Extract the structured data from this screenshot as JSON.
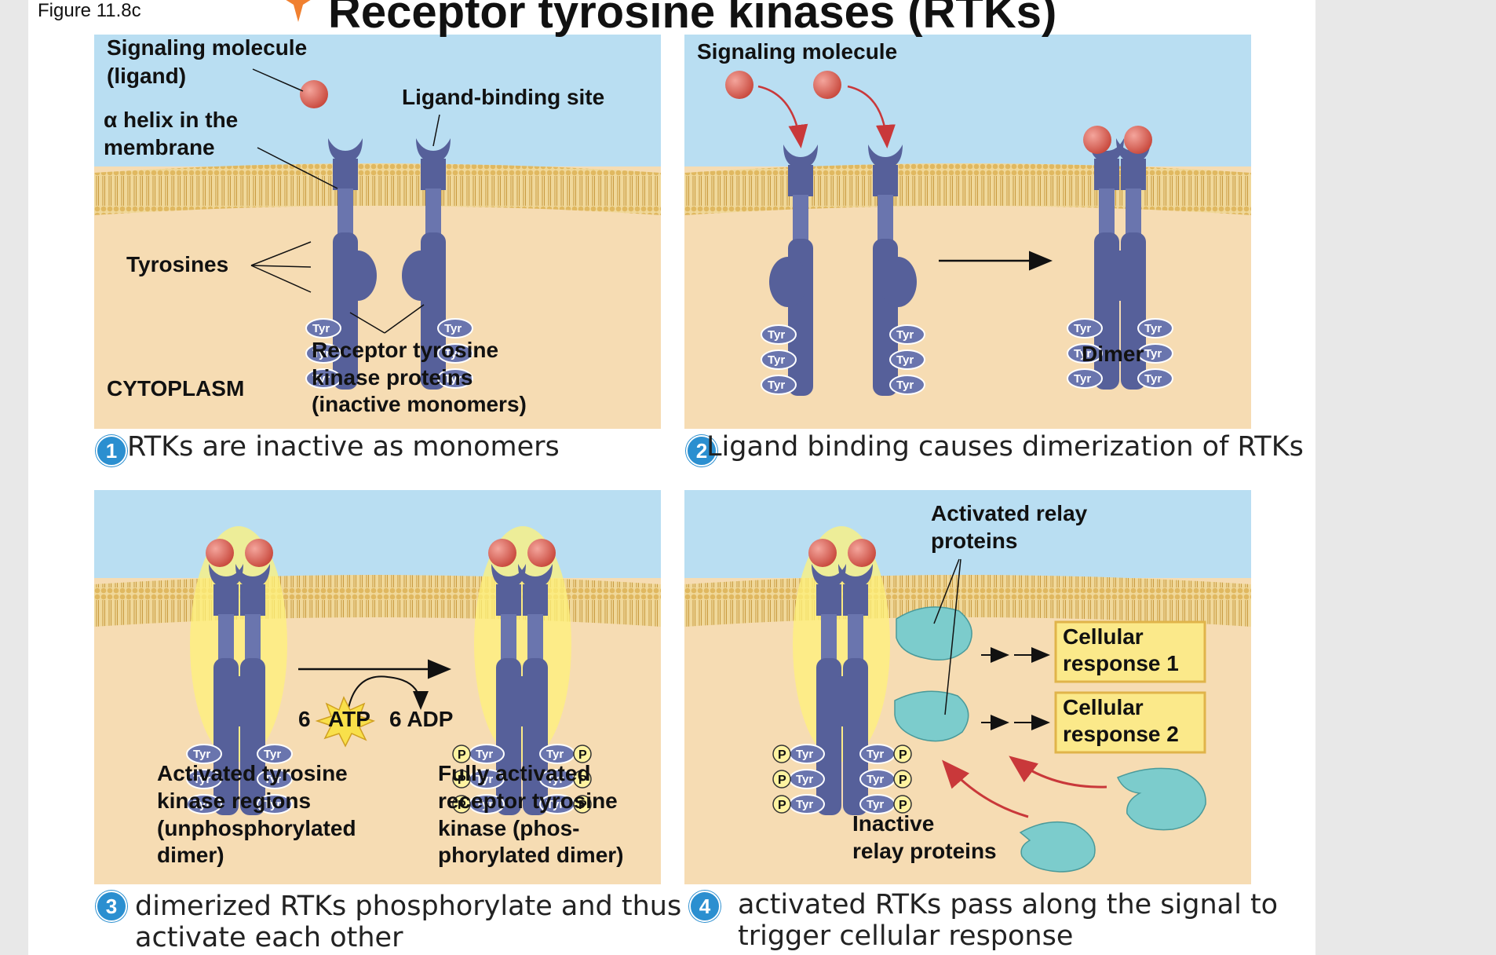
{
  "figure_label": "Figure 11.8c",
  "title": "Receptor tyrosine kinases (RTKs)",
  "tyr_label": "Tyr",
  "p_label": "P",
  "panel1": {
    "signaling_molecule": [
      "Signaling molecule",
      "(ligand)"
    ],
    "alpha_helix": [
      "α helix in the",
      "membrane"
    ],
    "ligand_binding_site": "Ligand-binding site",
    "tyrosines": "Tyrosines",
    "cytoplasm": "CYTOPLASM",
    "rtk_proteins": [
      "Receptor tyrosine",
      "kinase proteins",
      "(inactive monomers)"
    ],
    "step_number": "1",
    "caption": "RTKs are inactive as monomers"
  },
  "panel2": {
    "signaling_molecule": "Signaling molecule",
    "dimer": "Dimer",
    "step_number": "2",
    "caption": "Ligand binding causes dimerization of RTKs"
  },
  "panel3": {
    "atp_count": "6",
    "atp": "ATP",
    "adp": "6 ADP",
    "activated_regions": [
      "Activated tyrosine",
      "kinase regions",
      "(unphosphorylated",
      "dimer)"
    ],
    "fully_activated": [
      "Fully activated",
      "receptor tyrosine",
      "kinase (phos-",
      "phorylated dimer)"
    ],
    "step_number": "3",
    "caption": [
      "dimerized RTKs phosphorylate and thus",
      "activate each other"
    ]
  },
  "panel4": {
    "activated_relay": [
      "Activated relay",
      "proteins"
    ],
    "response1": [
      "Cellular",
      "response 1"
    ],
    "response2": [
      "Cellular",
      "response 2"
    ],
    "inactive_relay": [
      "Inactive",
      "relay proteins"
    ],
    "step_number": "4",
    "caption": [
      "activated RTKs pass along the signal to",
      "trigger cellular response"
    ]
  },
  "colors": {
    "extracellular": "#b9def2",
    "cytoplasm": "#f6dcb3",
    "membrane": "#e6be6e",
    "receptor": "#56609a",
    "ligand": "#d8584a",
    "relay": "#7ccccc",
    "response_box": "#fbe98a",
    "glow": "#fff27a",
    "arrow_red": "#c9383a",
    "step_blue": "#2b8fd0"
  }
}
